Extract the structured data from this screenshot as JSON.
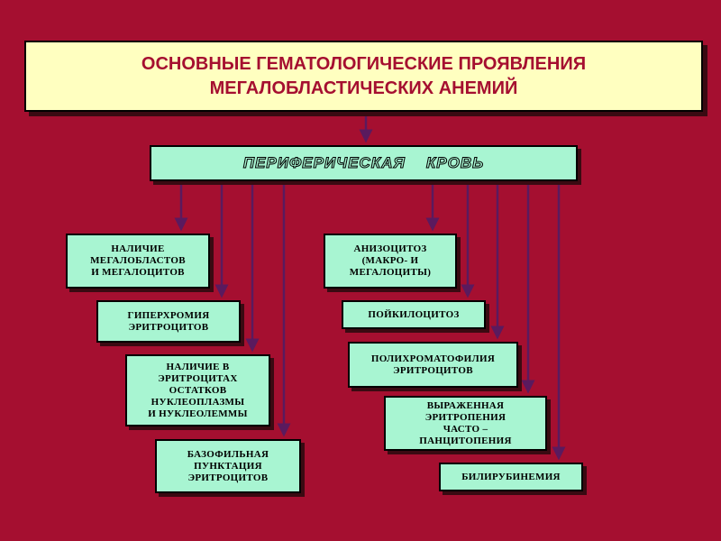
{
  "title": {
    "line1": "ОСНОВНЫЕ   ГЕМАТОЛОГИЧЕСКИЕ  ПРОЯВЛЕНИЯ",
    "line2": "МЕГАЛОБЛАСТИЧЕСКИХ   АНЕМИЙ"
  },
  "peripheral": "ПЕРИФЕРИЧЕСКАЯ    КРОВЬ",
  "left_items": [
    {
      "lines": [
        "НАЛИЧИЕ",
        "МЕГАЛОБЛАСТОВ",
        "И МЕГАЛОЦИТОВ"
      ]
    },
    {
      "lines": [
        "ГИПЕРХРОМИЯ",
        "ЭРИТРОЦИТОВ"
      ]
    },
    {
      "lines": [
        "НАЛИЧИЕ В",
        "ЭРИТРОЦИТАХ",
        "ОСТАТКОВ",
        "НУКЛЕОПЛАЗМЫ",
        "И НУКЛЕОЛЕММЫ"
      ]
    },
    {
      "lines": [
        "БАЗОФИЛЬНАЯ",
        "ПУНКТАЦИЯ",
        "ЭРИТРОЦИТОВ"
      ]
    }
  ],
  "right_items": [
    {
      "lines": [
        "АНИЗОЦИТОЗ",
        "(МАКРО- И",
        "МЕГАЛОЦИТЫ)"
      ]
    },
    {
      "lines": [
        "ПОЙКИЛОЦИТОЗ"
      ]
    },
    {
      "lines": [
        "ПОЛИХРОМАТОФИЛИЯ",
        "ЭРИТРОЦИТОВ"
      ]
    },
    {
      "lines": [
        "ВЫРАЖЕННАЯ",
        "ЭРИТРОПЕНИЯ",
        "ЧАСТО –",
        "ПАНЦИТОПЕНИЯ"
      ]
    },
    {
      "lines": [
        "БИЛИРУБИНЕМИЯ"
      ]
    }
  ],
  "colors": {
    "background": "#a50f30",
    "title_fill": "#ffffc0",
    "node_fill": "#a8f5d2",
    "arrow": "#5a1a5e"
  }
}
